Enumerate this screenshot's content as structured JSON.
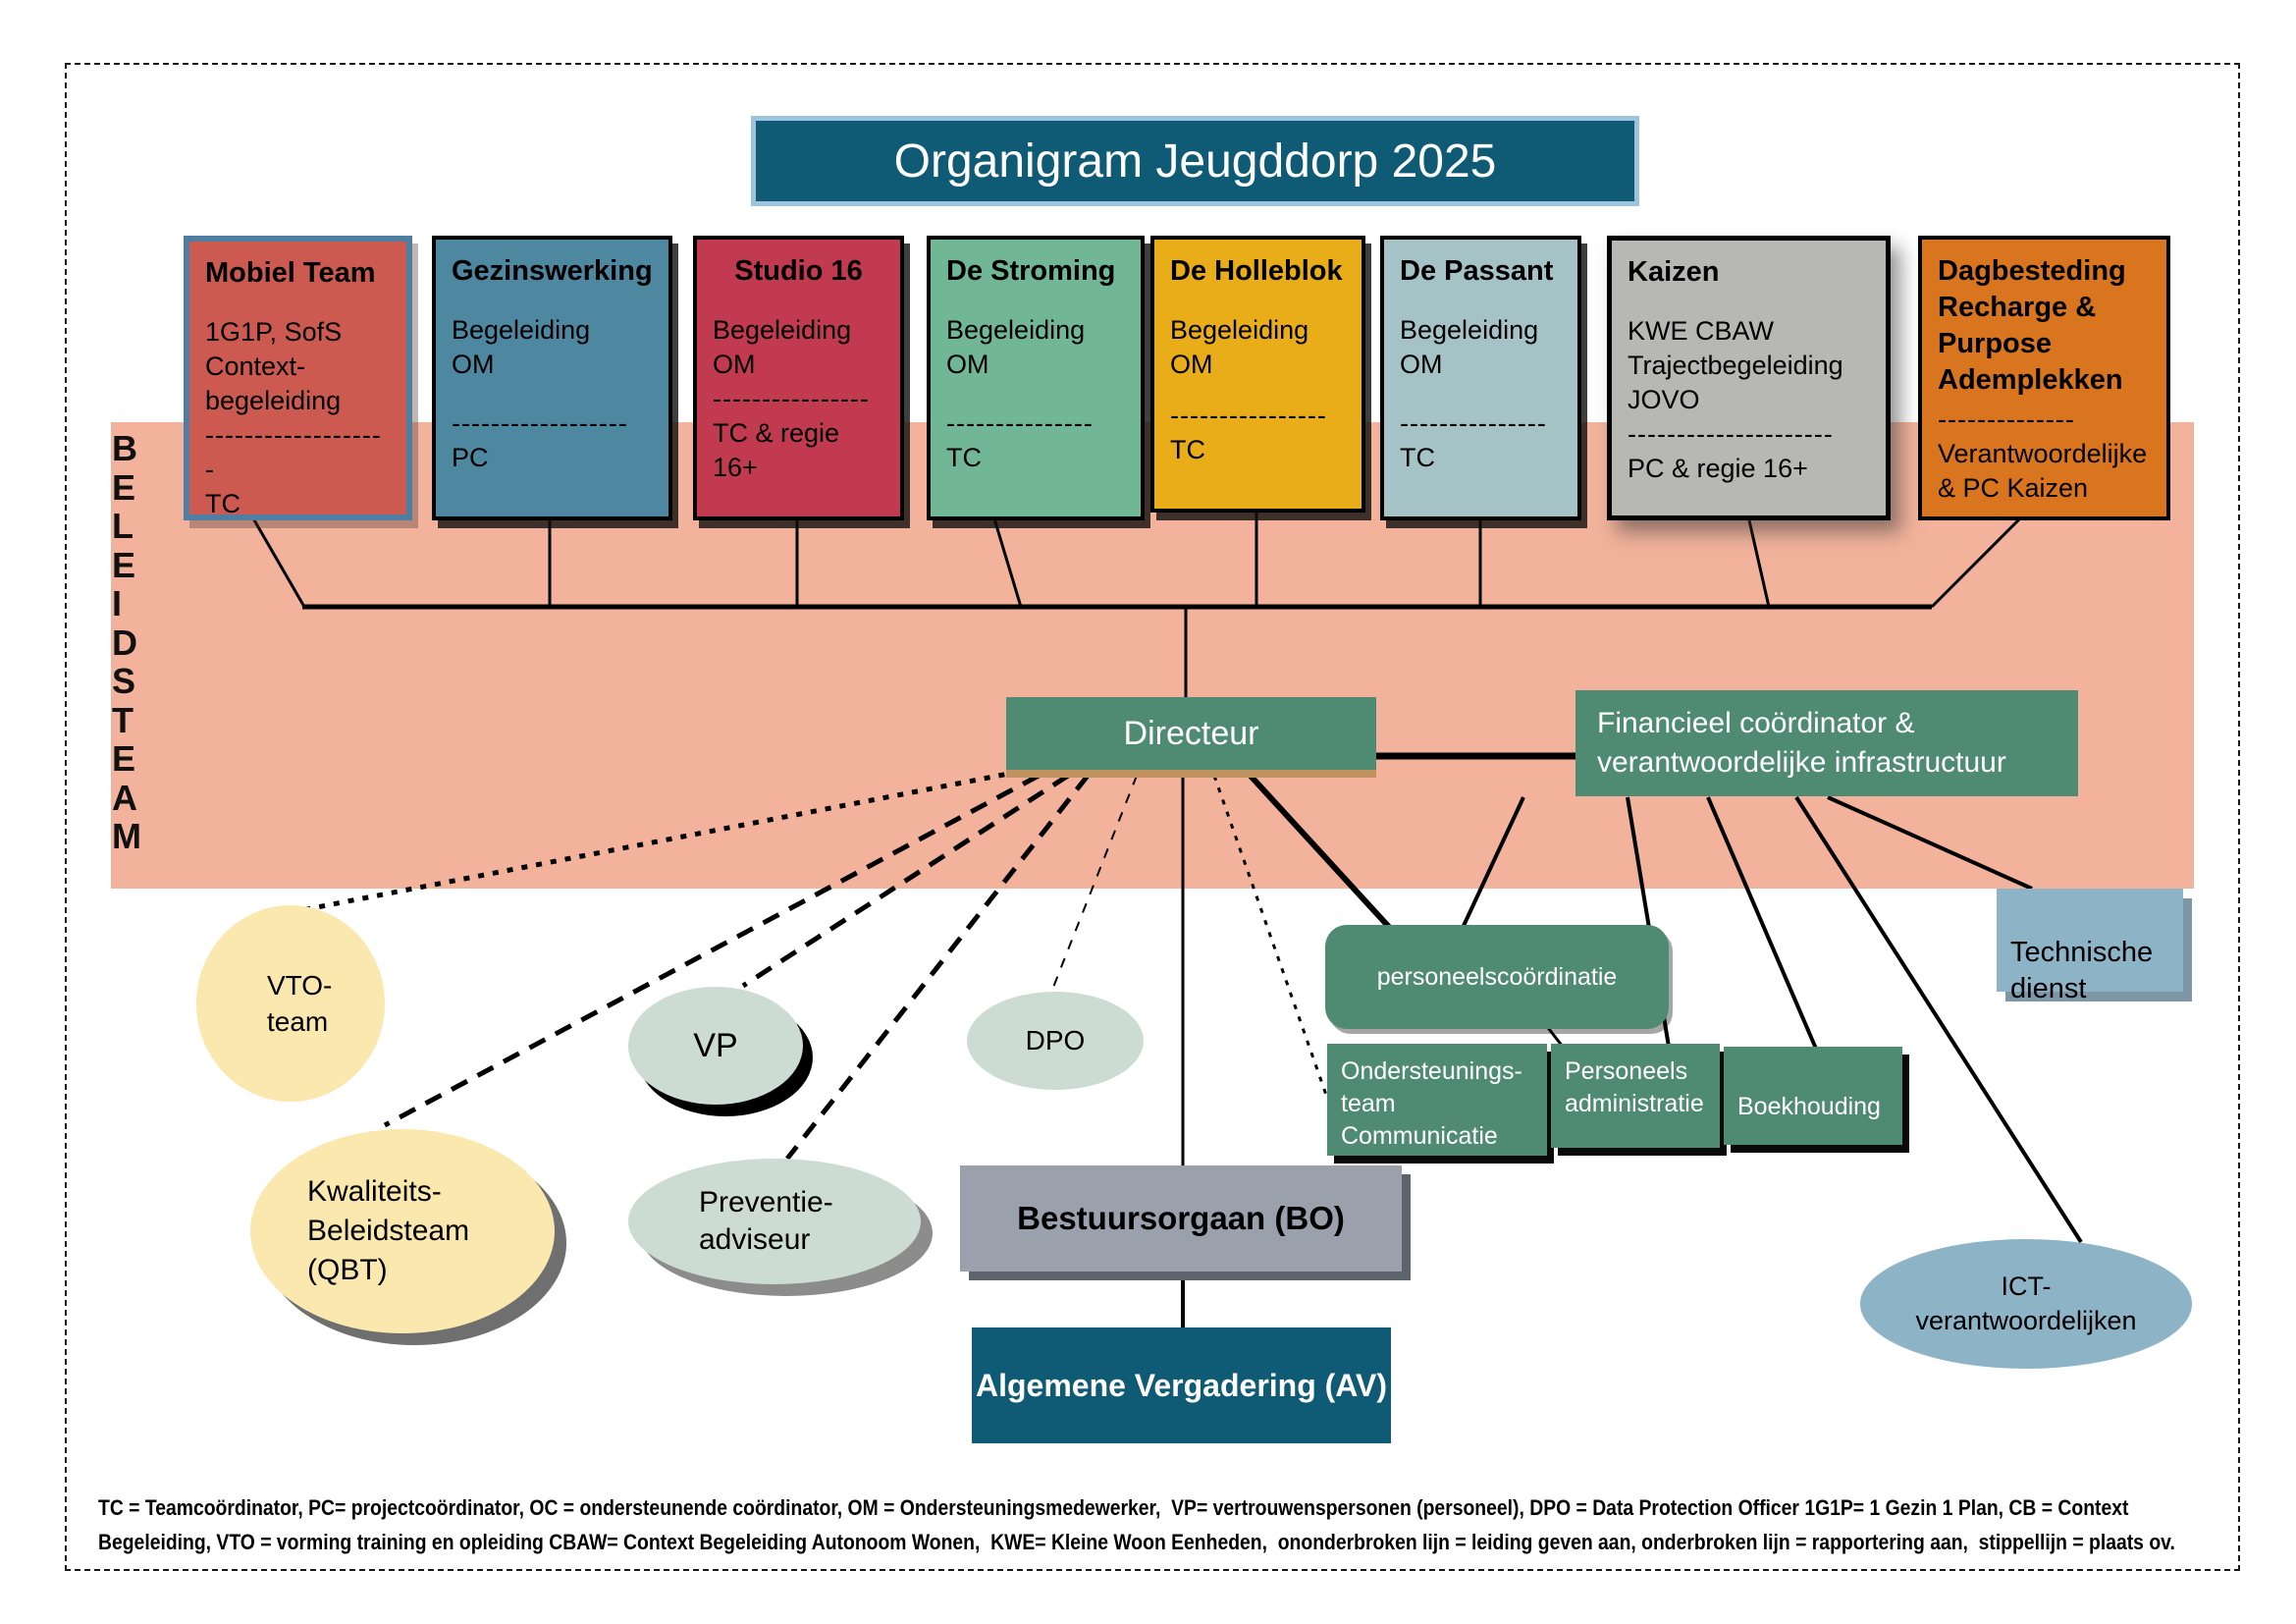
{
  "page": {
    "title": "Organigram Jeugddorp 2025",
    "beleidsteam": "B\nE\nL\nE\nI\nD\nS\nT\nE\nA\nM"
  },
  "colors": {
    "dark_teal": "#0f5a75",
    "title_border": "#9cc2dc",
    "band_salmon": "#f2b29b",
    "green": "#4e8b72",
    "directeur_underline": "#bf9260",
    "gray_box": "#9aa1ac",
    "light_blue": "#8db3c7",
    "pale_yellow": "#fbe8ae",
    "pale_green": "#ccdbd3"
  },
  "teams": [
    {
      "name": "Mobiel Team",
      "fill": "#cd5a50",
      "border": "#4e7fa2",
      "body": "1G1P, SofS\nContext-\nbegeleiding",
      "divider": "-------------------",
      "role": "TC"
    },
    {
      "name": "Gezinswerking",
      "fill": "#4e87a0",
      "border": "#000000",
      "body": "Begeleiding\nOM",
      "divider": "------------------",
      "role": "PC"
    },
    {
      "name": "Studio 16",
      "fill": "#c23a50",
      "border": "#000000",
      "body": "Begeleiding\nOM",
      "divider": "----------------",
      "role": "TC & regie\n16+"
    },
    {
      "name": "De Stroming",
      "fill": "#72b795",
      "border": "#000000",
      "body": "Begeleiding\nOM",
      "divider": "---------------",
      "role": "TC"
    },
    {
      "name": "De Holleblok",
      "fill": "#e8ad18",
      "border": "#000000",
      "body": "Begeleiding\nOM",
      "divider": "----------------",
      "role": "TC"
    },
    {
      "name": "De Passant",
      "fill": "#a5c3c6",
      "border": "#000000",
      "body": "Begeleiding\nOM",
      "divider": "---------------",
      "role": "TC"
    },
    {
      "name": "Kaizen",
      "fill": "#b7b7b3",
      "border": "#000000",
      "body": "KWE CBAW\nTrajectbegeleiding\nJOVO",
      "divider": "---------------------",
      "role": "PC & regie 16+"
    },
    {
      "name": "Dagbesteding\nRecharge &\nPurpose\nAdemplekken",
      "fill": "#d9741f",
      "border": "#000000",
      "body": "",
      "divider": "--------------",
      "role": "Verantwoordelijke\n& PC Kaizen"
    }
  ],
  "management": {
    "directeur": "Directeur",
    "financieel": "Financieel coördinator &\nverantwoordelijke infrastructuur"
  },
  "support": {
    "personeelscoordinatie": "personeelscoördinatie",
    "ondersteuningsteam": "Ondersteunings-\nteam\nCommunicatie",
    "personeelsadministratie": "Personeels\nadministratie",
    "boekhouding": "Boekhouding",
    "technische_dienst": "Technische\ndienst",
    "ict": "ICT-\nverantwoordelijken"
  },
  "advisory": {
    "vto": "VTO-\nteam",
    "qbt": "Kwaliteits-\nBeleidsteam\n(QBT)",
    "vp": "VP",
    "dpo": "DPO",
    "preventie": "Preventie-\nadviseur"
  },
  "governance": {
    "bestuursorgaan": "Bestuursorgaan (BO)",
    "algemene_vergadering": "Algemene Vergadering (AV)"
  },
  "footer": {
    "legend": "TC = Teamcoördinator, PC= projectcoördinator, OC = ondersteunende coördinator, OM = Ondersteuningsmedewerker,  VP= vertrouwenspersonen (personeel), DPO = Data Protection Officer 1G1P= 1 Gezin 1 Plan, CB = Context\nBegeleiding, VTO = vorming training en opleiding CBAW= Context Begeleiding Autonoom Wonen,  KWE= Kleine Woon Eenheden,  ononderbroken lijn = leiding geven aan, onderbroken lijn = rapportering aan,  stippellijn = plaats ov."
  }
}
